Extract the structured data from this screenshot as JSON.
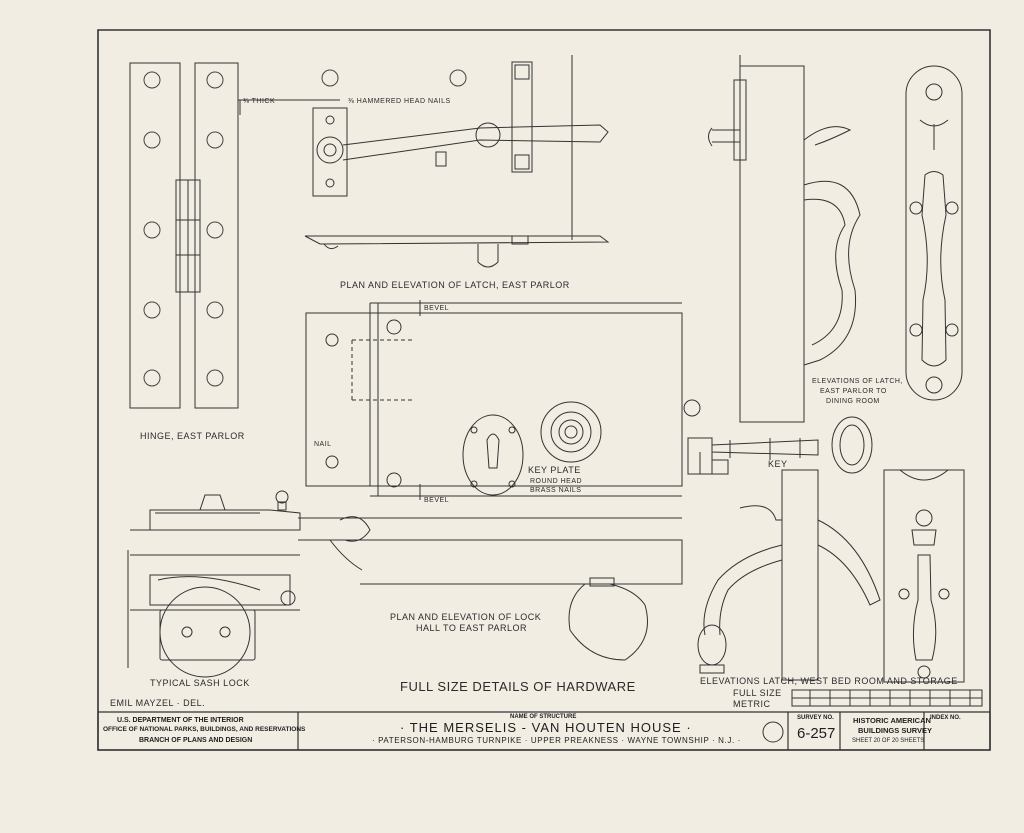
{
  "drawing": {
    "labels": {
      "thick": "⅜ THICK",
      "nails": "⅜ HAMMERED HEAD NAILS",
      "latch_east_parlor": "PLAN AND ELEVATION OF LATCH, EAST PARLOR",
      "hinge": "HINGE, EAST PARLOR",
      "bevel_top": "BEVEL",
      "bevel_bottom": "BEVEL",
      "nail": "NAIL",
      "key_plate": "KEY PLATE",
      "round_head": "ROUND HEAD",
      "brass_nails": "BRASS NAILS",
      "elev_latch_1": "ELEVATIONS OF LATCH,",
      "elev_latch_2": "EAST PARLOR TO",
      "elev_latch_3": "DINING ROOM",
      "key": "KEY",
      "lock_1": "PLAN AND ELEVATION OF LOCK",
      "lock_2": "HALL TO EAST PARLOR",
      "sash_lock": "TYPICAL SASH LOCK",
      "full_size_details": "FULL SIZE DETAILS OF HARDWARE",
      "elev_west": "ELEVATIONS LATCH, WEST BED ROOM AND STORAGE",
      "full_size": "FULL SIZE",
      "metric": "METRIC",
      "delineator": "EMIL MAYZEL · DEL."
    }
  },
  "title_block": {
    "agency_1": "U.S. DEPARTMENT OF THE INTERIOR",
    "agency_2": "OFFICE OF NATIONAL PARKS, BUILDINGS, AND RESERVATIONS",
    "agency_3": "BRANCH OF PLANS AND DESIGN",
    "name_caption": "NAME OF STRUCTURE",
    "structure_name": "· THE MERSELIS - VAN HOUTEN HOUSE ·",
    "location": "· PATERSON-HAMBURG TURNPIKE · UPPER PREAKNESS · WAYNE TOWNSHIP · N.J. ·",
    "survey_caption": "SURVEY NO.",
    "survey_no": "6-257",
    "habs_1": "HISTORIC AMERICAN",
    "habs_2": "BUILDINGS SURVEY",
    "sheet": "SHEET 20 OF 20 SHEETS",
    "index_caption": "INDEX NO."
  }
}
